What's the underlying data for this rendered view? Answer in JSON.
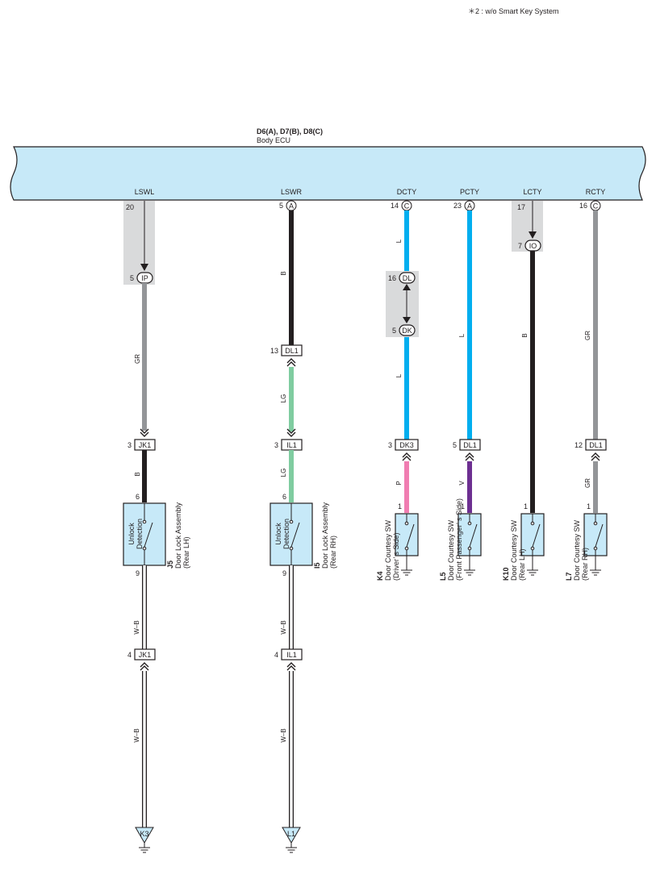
{
  "footnote": "＊2 : w/o Smart Key System",
  "ecu": {
    "connectors": "D6(A), D7(B), D8(C)",
    "name": "Body ECU",
    "terminals": {
      "lswl": "LSWL",
      "lswr": "LSWR",
      "dcty": "DCTY",
      "pcty": "PCTY",
      "lcty": "LCTY",
      "rcty": "RCTY"
    }
  },
  "colors": {
    "ecu_fill": "#c7e9f8",
    "black": "#231f20",
    "gray": "#939598",
    "blue": "#00aeef",
    "green": "#7fcca0",
    "pink": "#f07db1",
    "violet": "#6d2f91",
    "shade": "#d9dadb"
  },
  "circuits": {
    "lswl": {
      "ecu_pin": "20",
      "j1": {
        "pin": "5",
        "name": "IP"
      },
      "wire1": "GR",
      "j2": {
        "pin": "3",
        "name": "JK1"
      },
      "wire2": "B",
      "comp_pin_top": "6",
      "comp_inner": [
        "Unlock",
        "Detection"
      ],
      "comp_code": "J5",
      "comp_name": [
        "Door Lock Assembly",
        "(Rear LH)"
      ],
      "comp_pin_bottom": "9",
      "wire3": "W–B",
      "j3": {
        "pin": "4",
        "name": "JK1"
      },
      "wire4": "W–B",
      "ground": "K3"
    },
    "lswr": {
      "ecu_pin": "5",
      "ecu_conn": "A",
      "wire1": "B",
      "j1": {
        "pin": "13",
        "name": "DL1"
      },
      "wire2": "LG",
      "j2": {
        "pin": "3",
        "name": "IL1"
      },
      "wire3": "LG",
      "comp_pin_top": "6",
      "comp_inner": [
        "Unlock",
        "Detection"
      ],
      "comp_code": "I5",
      "comp_name": [
        "Door Lock Assembly",
        "(Rear RH)"
      ],
      "comp_pin_bottom": "9",
      "wire4": "W–B",
      "j3": {
        "pin": "4",
        "name": "IL1"
      },
      "wire5": "W–B",
      "ground": "L1"
    },
    "dcty": {
      "ecu_pin": "14",
      "ecu_conn": "C",
      "wire1": "L",
      "j1": {
        "pin": "16",
        "name": "DL"
      },
      "j2": {
        "pin": "5",
        "name": "DK"
      },
      "wire2": "L",
      "j3": {
        "pin": "3",
        "name": "DK3"
      },
      "wire3": "P",
      "comp_pin": "1",
      "comp_code": "K4",
      "comp_name": [
        "Door Courtesy SW",
        "(Driver’ s Side)"
      ]
    },
    "pcty": {
      "ecu_pin": "23",
      "ecu_conn": "A",
      "wire1": "L",
      "j1": {
        "pin": "5",
        "name": "DL1"
      },
      "wire2": "V",
      "comp_pin": "1",
      "comp_code": "L5",
      "comp_name": [
        "Door Courtesy SW",
        "(Front Passenger’ s Side)"
      ]
    },
    "lcty": {
      "ecu_pin": "17",
      "j1": {
        "pin": "7",
        "name": "IO"
      },
      "wire1": "B",
      "comp_pin": "1",
      "comp_code": "K10",
      "comp_name": [
        "Door Courtesy SW",
        "(Rear LH)"
      ]
    },
    "rcty": {
      "ecu_pin": "16",
      "ecu_conn": "C",
      "wire1": "GR",
      "j1": {
        "pin": "12",
        "name": "DL1"
      },
      "wire2": "GR",
      "comp_pin": "1",
      "comp_code": "L7",
      "comp_name": [
        "Door Courtesy SW",
        "(Rear RH)"
      ]
    }
  }
}
